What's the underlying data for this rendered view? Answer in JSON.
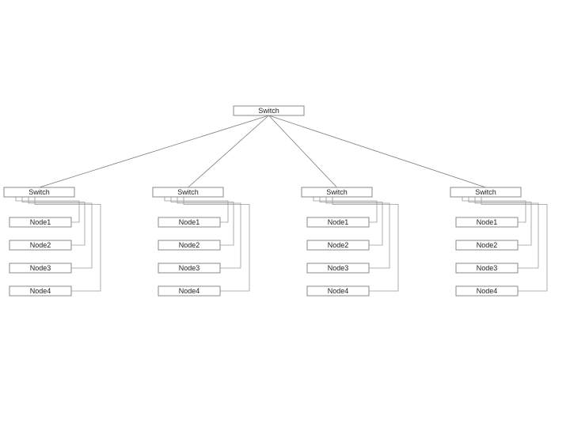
{
  "root": {
    "label": "Switch"
  },
  "groups": [
    {
      "switch": "Switch",
      "nodes": [
        "Node1",
        "Node2",
        "Node3",
        "Node4"
      ]
    },
    {
      "switch": "Switch",
      "nodes": [
        "Node1",
        "Node2",
        "Node3",
        "Node4"
      ]
    },
    {
      "switch": "Switch",
      "nodes": [
        "Node1",
        "Node2",
        "Node3",
        "Node4"
      ]
    },
    {
      "switch": "Switch",
      "nodes": [
        "Node1",
        "Node2",
        "Node3",
        "Node4"
      ]
    }
  ],
  "colors": {
    "line": "#7a7a7a",
    "box_border": "#8a8a8a",
    "text": "#222222"
  }
}
